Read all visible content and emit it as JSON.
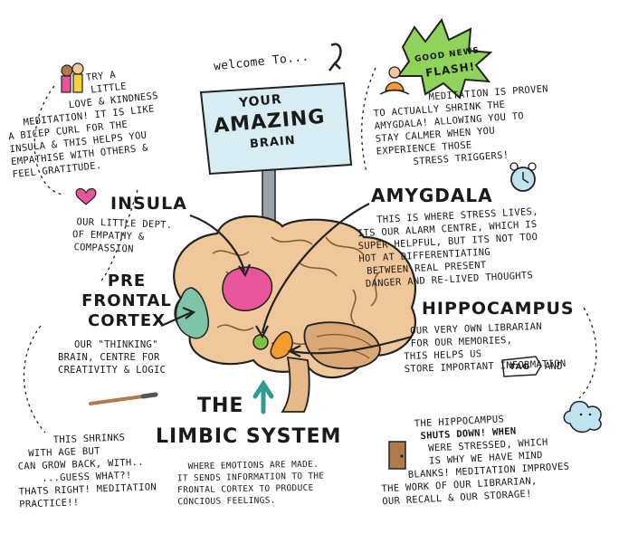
{
  "sign": {
    "welcome": "welcome To...",
    "line1": "YOUR",
    "line2": "AMAZING",
    "line3": "BRAIN"
  },
  "news": {
    "badge_line1": "GOOD NEWS",
    "badge_line2": "FLASH!",
    "lines": [
      "MEDITATION IS Proven",
      "To ACTUALLY SHRINK THE",
      "AMYGDALA! ALLOWING you To",
      "STAY CALMER WHEN you",
      "experience Those",
      "STRESS TRIGGERS!"
    ]
  },
  "kindness": {
    "lines": [
      "TRY A",
      "LITTLE",
      "Love & kindness",
      "MEDITATION! IT IS LIKE",
      "A BICEP CURL FOR THE",
      "INSULA & THIS HELPS you",
      "EMPATHISE WITH OTHERS &",
      "FEEL    GRATITUDE."
    ]
  },
  "insula": {
    "title": "INSULA",
    "lines": [
      "OUR LITTLE DEPT.",
      "OF EMPATHY &",
      "COMPASSION"
    ]
  },
  "amygdala": {
    "title": "AMYGDALA",
    "lines": [
      "THIS IS WHERE STRESS LIVES,",
      "ITS OUR ALARM CENTRE, WHICH IS",
      "SUPER HELPFUL, BUT ITS NOT TOO",
      "HOT AT DIFFERENTIATING",
      "BETWEEN REAL PRESENT",
      "DANGER AND RE-LIVED THOUGHTS"
    ]
  },
  "prefrontal": {
    "title_lines": [
      "PRE",
      "FRONTAL",
      "CORTEX"
    ],
    "lines": [
      "OUR \"THINKING\"",
      "BRAIN, CENTRE FOR",
      "CREATIVITY & LOGIC"
    ]
  },
  "hippocampus": {
    "title": "HIPPOCAMPUS",
    "lines": [
      "OUR VERY OWN LIBRARIAN",
      "FOR OUR MEMORIES,",
      "THIS HELPS US",
      "STORE IMPORTANT INFORMATION"
    ],
    "tag": "TAG",
    "and": "AND"
  },
  "shrinks": {
    "lines": [
      "THIS SHRINKS",
      "WITH AGE BUT",
      "CAN GROW BACK, WITH..",
      "...GUESS WHAT?!",
      "THATS RIGHT! MEDITATION",
      "PRACTICE!!"
    ]
  },
  "limbic": {
    "title_line1": "THE",
    "title_line2": "LIMBIC SYSTEM",
    "lines": [
      "WHERE EMOTIONS ARE MADE.",
      "IT SENDS INFORMATION TO THE",
      "FRONTAL CORTEX TO PRODUCE",
      "CONCIOUS FEELINGS."
    ]
  },
  "hippo_shuts": {
    "lines": [
      "THE HIPPOCAMPUS",
      "SHUTS DOWN! WHEN",
      "WERE STRESSED, WHICH",
      "IS WHY WE HAVE MIND",
      "BLANKS! MEDITATION IMPROVES",
      "THE WORK OF OUR LIBRARIAN,",
      "OUR RECALL & OUR STORAGE!"
    ]
  },
  "colors": {
    "insula_pink": "#e8559a",
    "prefrontal_green": "#7ec4a8",
    "amygdala_green": "#7cc242",
    "hippocampus_orange": "#f39c2b",
    "brain_tan": "#f0c79a",
    "sign_blue": "#d8ecf3",
    "burst_green": "#8fd35a",
    "arrow_teal": "#2f9c8f",
    "cloud_blue": "#bfe3ef"
  },
  "icons": [
    "meditating-person-icon",
    "hugging-people-icon",
    "heart-icon",
    "alarm-clock-icon",
    "paintbrush-icon",
    "door-icon",
    "cloud-icon"
  ]
}
